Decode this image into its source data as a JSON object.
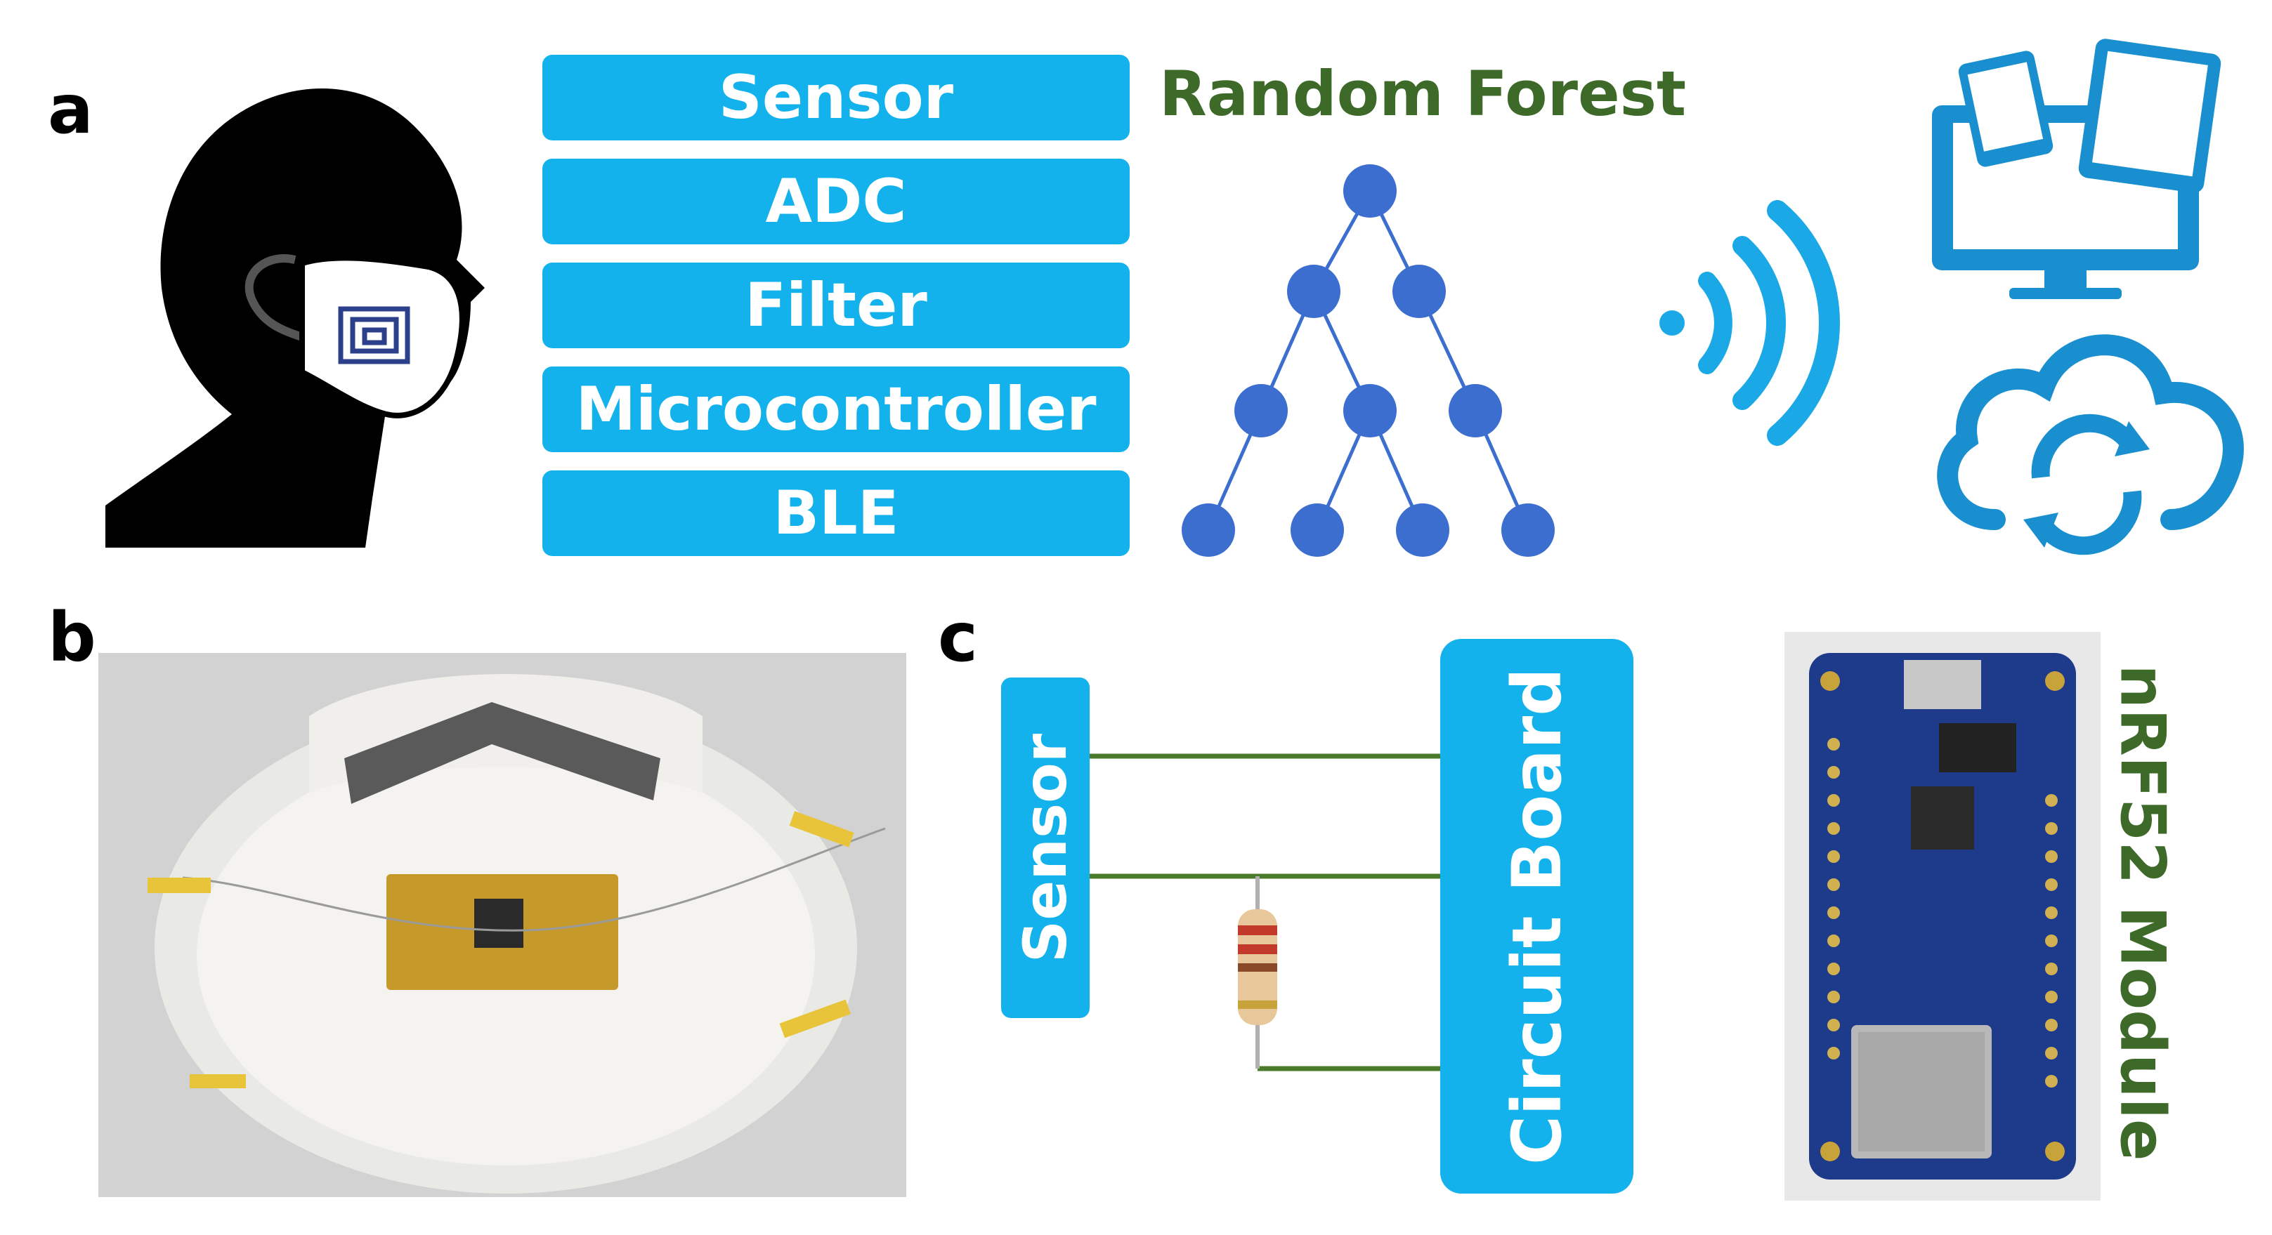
{
  "panels": {
    "a": "a",
    "b": "b",
    "c": "c"
  },
  "stack": [
    "Sensor",
    "ADC",
    "Filter",
    "Microcontroller",
    "BLE"
  ],
  "random_forest_title": "Random Forest",
  "circuit": {
    "sensor_label": "Sensor",
    "board_label": "Circuit Board"
  },
  "module_label": "nRF52 Module",
  "colors": {
    "box_blue": "#13b2ec",
    "tree_node": "#3c6ed0",
    "green_text": "#3d6a28",
    "wire_green": "#4a7a2a",
    "icon_blue": "#1a8fd0"
  },
  "icons": [
    "person-with-mask-icon",
    "wifi-icon",
    "devices-icon",
    "cloud-sync-icon",
    "resistor-icon"
  ]
}
